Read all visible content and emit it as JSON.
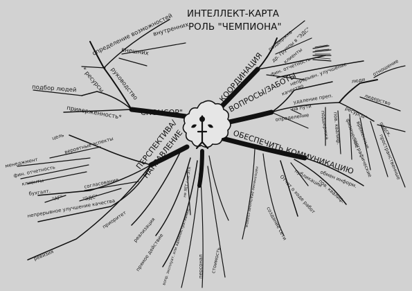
{
  "title": {
    "line1": "ИНТЕЛЛЕКТ-КАРТА",
    "line2": "РОЛЬ \"ЧЕМПИОНА\""
  },
  "branches": {
    "sponsor": {
      "label": "\"СПОНСОР\"",
      "items": [
        "определение возможностей",
        "внутренних",
        "внешних",
        "руководство",
        "* ресурсы",
        "подбор людей",
        "приверженность*"
      ]
    },
    "coordination": {
      "label": "КООРДИНАЦИЯ",
      "items": [
        "поддержка",
        "др. группы в \"ЭДС\"",
        "клиенты",
        "фин. отчетность",
        "непрерывн. улучшение"
      ]
    },
    "questions": {
      "label": "ВОПРОСЫ/ЗАБОТЫ",
      "items": [
        "качество",
        "удаление преп.",
        "на пути",
        "определение",
        "люди",
        "отношение",
        "лидерство",
        "ресурсы*",
        "подск.",
        "поддержка",
        "пов. квалиф.",
        "физические",
        "временные",
        "географические",
        "пространственные"
      ]
    },
    "communication": {
      "label": "ОБЕСПЕЧИТЬ КОММУНИКАЦИЮ",
      "items": [
        "обмен информ.",
        "публикации",
        "пов. квалиф.",
        "Отчет о ходе работ",
        "наполнение реальным содерж.",
        "создание сети"
      ]
    },
    "perspective": {
      "label1": "ПЕРСПЕКТИВА/",
      "label2": "НАПРАВЛЕНИЕ",
      "items": [
        "цель",
        "вероятные аспекты",
        "менеджмент",
        "фин. отчетность",
        "клиенты",
        "бухгалт.",
        "\"АГ\"",
        "согласование",
        "\"ЭДС\"",
        "непрерывное улучшение качества",
        "ревизия"
      ]
    },
    "bottom": {
      "items": [
        "приоритет",
        "реализация",
        "прямое действие",
        "вопр. эксплуат. или административные",
        "персонал",
        "стоимость",
        "не ЯЕТ / не ЭТЯ"
      ]
    }
  }
}
